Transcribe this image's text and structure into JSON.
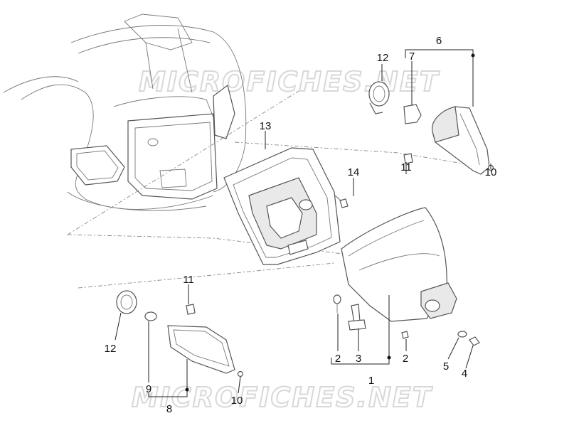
{
  "watermark": {
    "top": "MICROFICHES.NET",
    "bottom": "MICROFICHES.NET"
  },
  "callouts": [
    {
      "id": "c6",
      "text": "6"
    },
    {
      "id": "c12a",
      "text": "12"
    },
    {
      "id": "c7",
      "text": "7"
    },
    {
      "id": "c13",
      "text": "13"
    },
    {
      "id": "c14",
      "text": "14"
    },
    {
      "id": "c11a",
      "text": "11"
    },
    {
      "id": "c10a",
      "text": "10"
    },
    {
      "id": "c11b",
      "text": "11"
    },
    {
      "id": "c12b",
      "text": "12"
    },
    {
      "id": "c2a",
      "text": "2"
    },
    {
      "id": "c3",
      "text": "3"
    },
    {
      "id": "c2b",
      "text": "2"
    },
    {
      "id": "c5",
      "text": "5"
    },
    {
      "id": "c4",
      "text": "4"
    },
    {
      "id": "c1",
      "text": "1"
    },
    {
      "id": "c9",
      "text": "9"
    },
    {
      "id": "c8",
      "text": "8"
    },
    {
      "id": "c10b",
      "text": "10"
    }
  ]
}
